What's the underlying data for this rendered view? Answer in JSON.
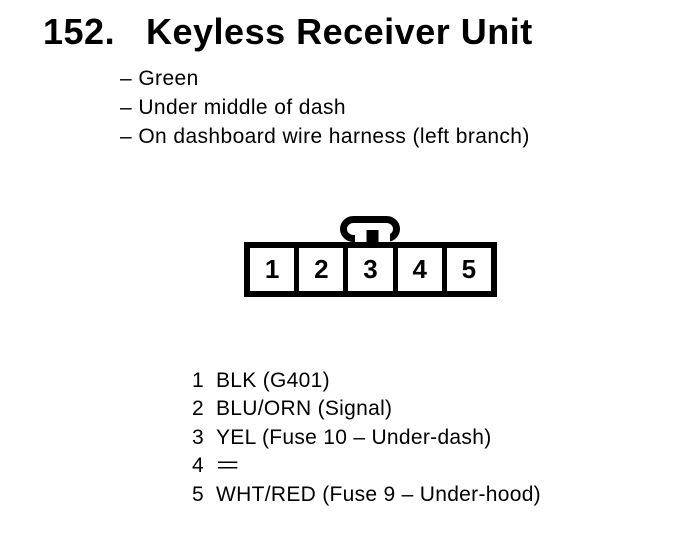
{
  "page": {
    "background": "#ffffff",
    "ink": "#000000"
  },
  "heading": {
    "number": "152.",
    "title": "Keyless Receiver Unit"
  },
  "notes": [
    "– Green",
    "– Under middle of dash",
    "– On dashboard wire harness (left branch)"
  ],
  "connector": {
    "pins": [
      "1",
      "2",
      "3",
      "4",
      "5"
    ],
    "latch_icon": "connector-latch",
    "body_color": "#000000",
    "cavity_color": "#ffffff"
  },
  "pinout": {
    "rows": [
      {
        "pin": "1",
        "desc": "BLK (G401)"
      },
      {
        "pin": "2",
        "desc": "BLU/ORN (Signal)"
      },
      {
        "pin": "3",
        "desc": "YEL (Fuse 10 – Under-dash)"
      },
      {
        "pin": "4",
        "desc": "="
      },
      {
        "pin": "5",
        "desc": "WHT/RED (Fuse 9 – Under-hood)"
      }
    ]
  }
}
